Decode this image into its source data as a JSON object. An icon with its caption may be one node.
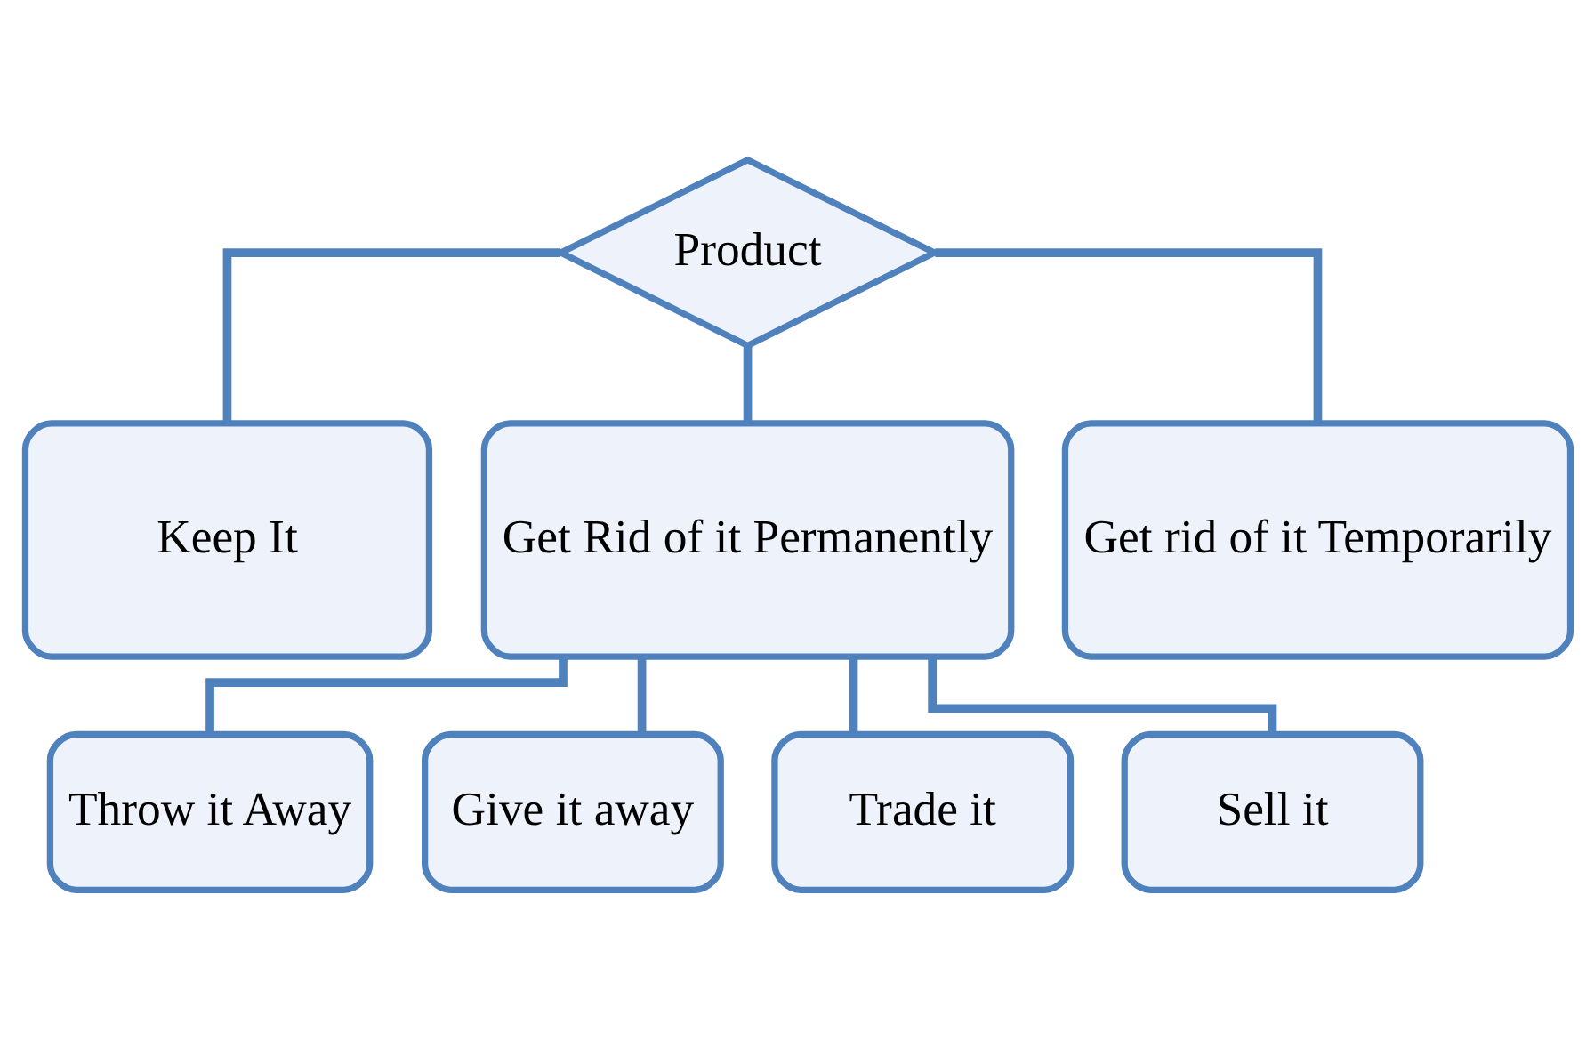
{
  "diagram": {
    "nodes": [
      {
        "text": [
          "Product"
        ]
      },
      {
        "text": [
          "Keep It"
        ]
      },
      {
        "text": [
          "Get Rid of it Permanently"
        ]
      },
      {
        "text": [
          "Get rid of it Temporarily"
        ]
      },
      {
        "text": [
          "Throw it Away"
        ]
      },
      {
        "text": [
          "Give it away"
        ]
      },
      {
        "text": [
          "Trade it"
        ]
      },
      {
        "text": [
          "Sell it"
        ]
      }
    ],
    "edges": [
      {
        "from": 0,
        "to": 1,
        "arrow": "none"
      },
      {
        "from": 0,
        "to": 2,
        "arrow": "none"
      },
      {
        "from": 0,
        "to": 3,
        "arrow": "none"
      },
      {
        "from": 2,
        "to": 4,
        "arrow": "none"
      },
      {
        "from": 2,
        "to": 5,
        "arrow": "none"
      },
      {
        "from": 2,
        "to": 6,
        "arrow": "none"
      },
      {
        "from": 2,
        "to": 7,
        "arrow": "none"
      }
    ]
  }
}
